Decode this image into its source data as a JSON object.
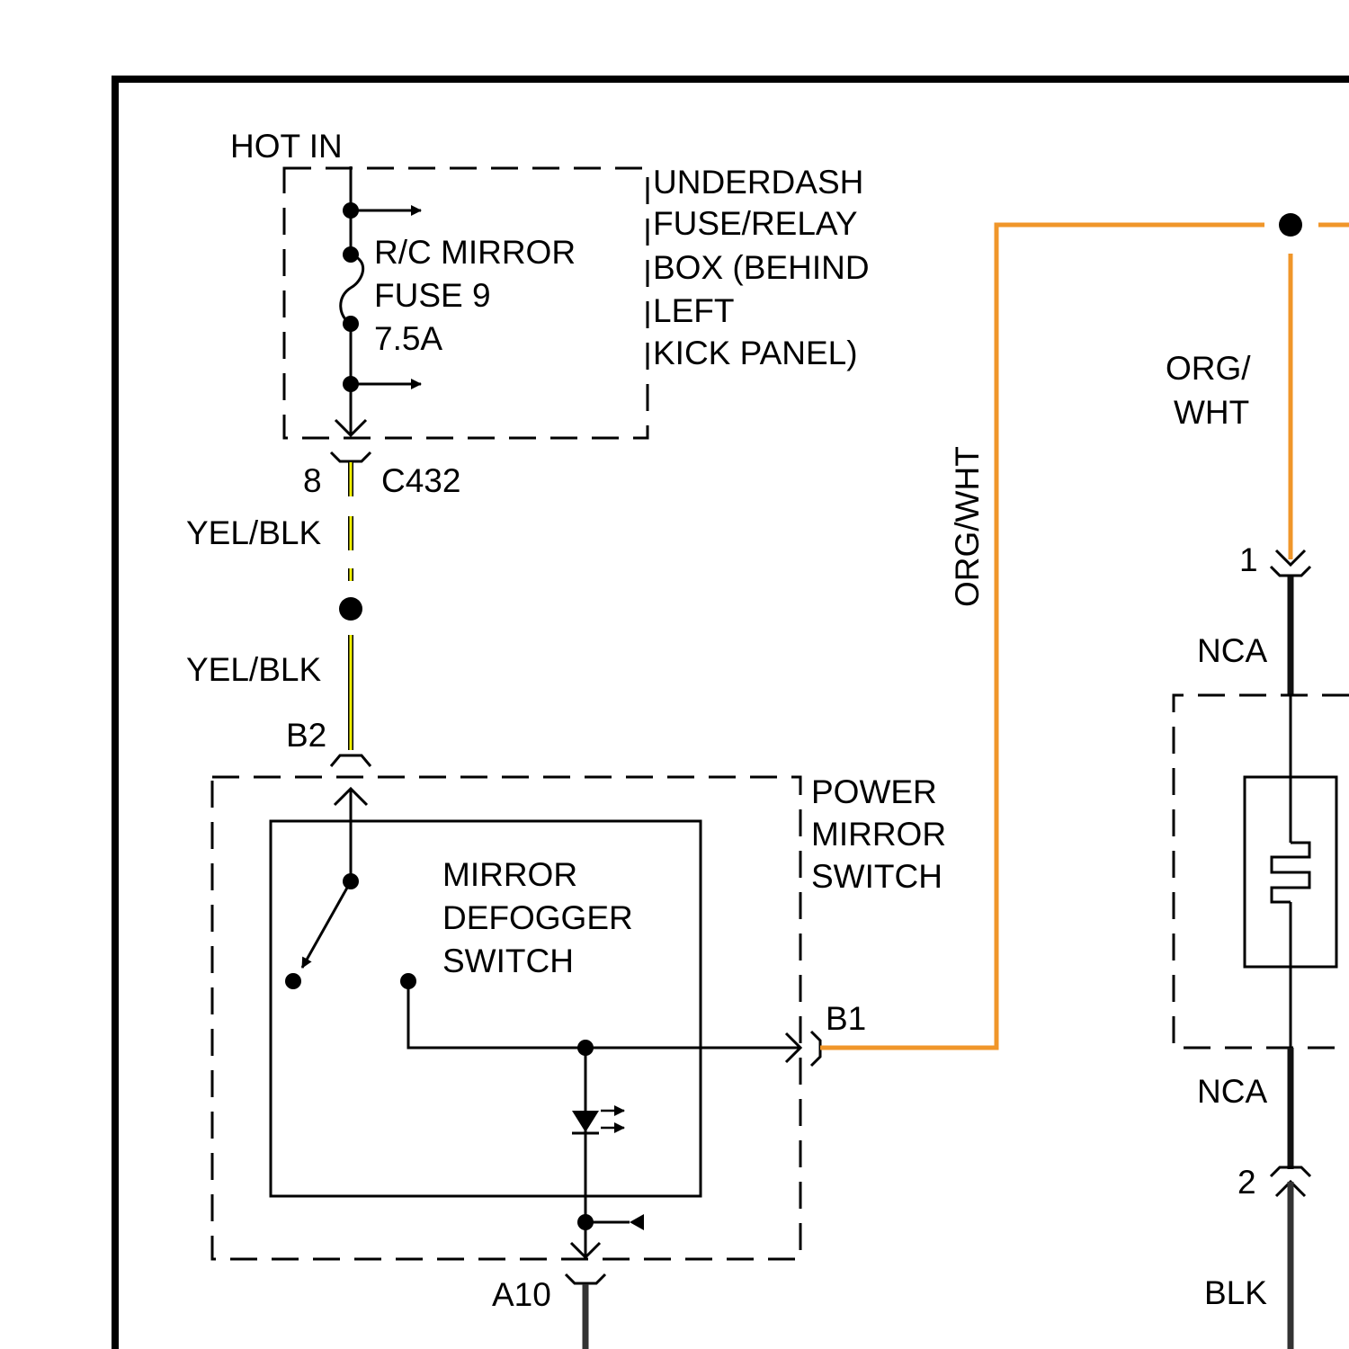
{
  "colors": {
    "yel_blk": "#f2f200",
    "org_wht": "#f0962a",
    "black": "#000000",
    "nca_wire": "#111111",
    "blk_wire": "#333333"
  },
  "fuse_relay_box": {
    "hot_in": "HOT IN",
    "fuse_line1": "R/C MIRROR",
    "fuse_line2": "FUSE 9",
    "fuse_line3": "7.5A",
    "box_line1": "UNDERDASH",
    "box_line2": "FUSE/RELAY",
    "box_line3": "BOX (BEHIND",
    "box_line4": "LEFT",
    "box_line5": "KICK PANEL)"
  },
  "connector_c432": {
    "pin": "8",
    "name": "C432"
  },
  "wires": {
    "yel_blk_upper": "YEL/BLK",
    "yel_blk_lower": "YEL/BLK",
    "org_wht_vertical": "ORG/WHT",
    "org_wht_right_line1": "ORG/",
    "org_wht_right_line2": "WHT",
    "nca_upper": "NCA",
    "nca_lower": "NCA",
    "blk": "BLK"
  },
  "power_mirror_switch": {
    "pin_b2": "B2",
    "pin_b1": "B1",
    "pin_a10": "A10",
    "line1": "POWER",
    "line2": "MIRROR",
    "line3": "SWITCH",
    "inner_line1": "MIRROR",
    "inner_line2": "DEFOGGER",
    "inner_line3": "SWITCH"
  },
  "right_connector": {
    "pin1": "1",
    "pin2": "2"
  }
}
